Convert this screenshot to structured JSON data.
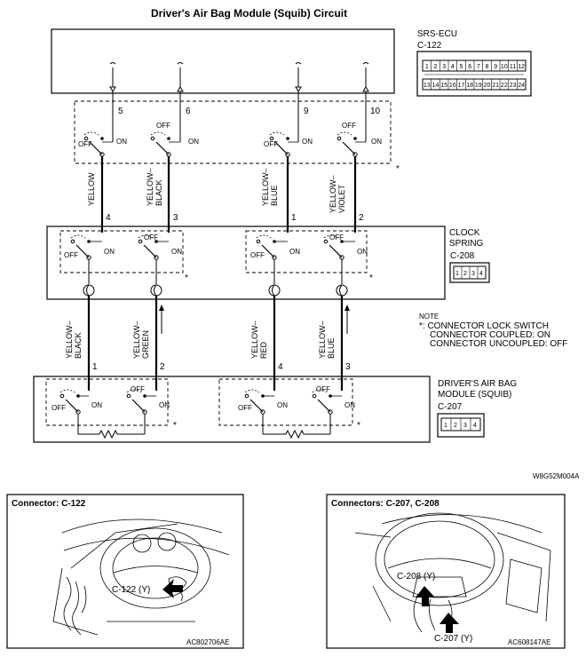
{
  "title": "Driver's Air Bag Module (Squib) Circuit",
  "ecu": {
    "name": "SRS-ECU",
    "connector": "C-122",
    "pins_top": [
      "1",
      "2",
      "3",
      "4",
      "5",
      "6",
      "7",
      "8",
      "9",
      "10",
      "11",
      "12"
    ],
    "pins_bottom": [
      "13",
      "14",
      "15",
      "16",
      "17",
      "18",
      "19",
      "20",
      "21",
      "22",
      "23",
      "24"
    ]
  },
  "ecu_terminals": [
    "5",
    "6",
    "9",
    "10"
  ],
  "clock": {
    "name_line1": "CLOCK",
    "name_line2": "SPRING",
    "connector": "C-208",
    "pins": [
      "1",
      "2",
      "3",
      "4"
    ]
  },
  "module": {
    "name_line1": "DRIVER'S AIR BAG",
    "name_line2": "MODULE (SQUIB)",
    "connector": "C-207",
    "pins": [
      "1",
      "2",
      "3",
      "4"
    ]
  },
  "switch": {
    "off": "OFF",
    "on": "ON",
    "star": "*"
  },
  "upper_wires": [
    {
      "line1": "YELLOW",
      "line2": ""
    },
    {
      "line1": "YELLOW–",
      "line2": "BLACK"
    },
    {
      "line1": "YELLOW–",
      "line2": "BLUE"
    },
    {
      "line1": "YELLOW–",
      "line2": "VIOLET"
    }
  ],
  "upper_pins": [
    "4",
    "3",
    "1",
    "2"
  ],
  "lower_wires": [
    {
      "line1": "YELLOW–",
      "line2": "BLACK"
    },
    {
      "line1": "YELLOW–",
      "line2": "GREEN"
    },
    {
      "line1": "YELLOW–",
      "line2": "RED"
    },
    {
      "line1": "YELLOW–",
      "line2": "BLUE"
    }
  ],
  "lower_pins": [
    "1",
    "2",
    "4",
    "3"
  ],
  "note": {
    "title": "NOTE",
    "line1": "*: CONNECTOR LOCK SWITCH",
    "line2": "CONNECTOR COUPLED: ON",
    "line3": "CONNECTOR UNCOUPLED: OFF"
  },
  "figure_code": "W8G52M004A",
  "photo_left": {
    "title": "Connector: C-122",
    "callout": "C-122 (Y)",
    "code": "AC802706AE"
  },
  "photo_right": {
    "title": "Connectors: C-207, C-208",
    "callout1": "C-208 (Y)",
    "callout2": "C-207 (Y)",
    "code": "AC608147AE"
  }
}
